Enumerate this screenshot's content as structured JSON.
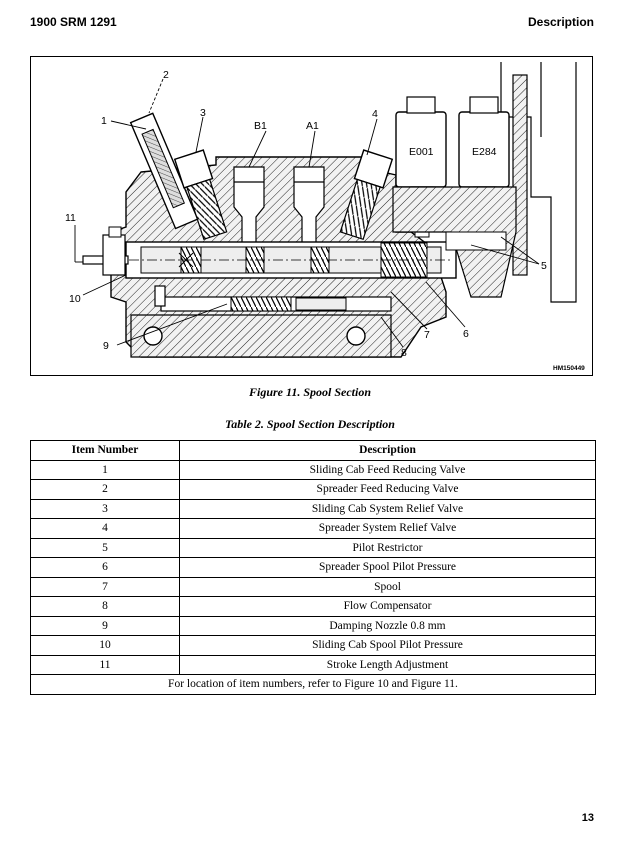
{
  "header": {
    "left": "1900 SRM 1291",
    "right": "Description"
  },
  "figure": {
    "callouts": {
      "n1": "1",
      "n2": "2",
      "n3": "3",
      "n4": "4",
      "n5": "5",
      "n6": "6",
      "n7": "7",
      "n8": "8",
      "n9": "9",
      "n10": "10",
      "n11": "11",
      "b1": "B1",
      "a1": "A1",
      "e001": "E001",
      "e284": "E284"
    },
    "id": "HM150449",
    "caption": "Figure 11. Spool Section"
  },
  "table": {
    "caption": "Table 2.  Spool Section Description",
    "headers": [
      "Item Number",
      "Description"
    ],
    "rows": [
      [
        "1",
        "Sliding Cab Feed Reducing Valve"
      ],
      [
        "2",
        "Spreader Feed Reducing Valve"
      ],
      [
        "3",
        "Sliding Cab System Relief Valve"
      ],
      [
        "4",
        "Spreader System Relief Valve"
      ],
      [
        "5",
        "Pilot Restrictor"
      ],
      [
        "6",
        "Spreader Spool Pilot Pressure"
      ],
      [
        "7",
        "Spool"
      ],
      [
        "8",
        "Flow Compensator"
      ],
      [
        "9",
        "Damping Nozzle 0.8 mm"
      ],
      [
        "10",
        "Sliding Cab Spool Pilot Pressure"
      ],
      [
        "11",
        "Stroke Length Adjustment"
      ]
    ],
    "footnote": "For location of item numbers, refer to Figure 10 and Figure 11."
  },
  "page_number": "13"
}
